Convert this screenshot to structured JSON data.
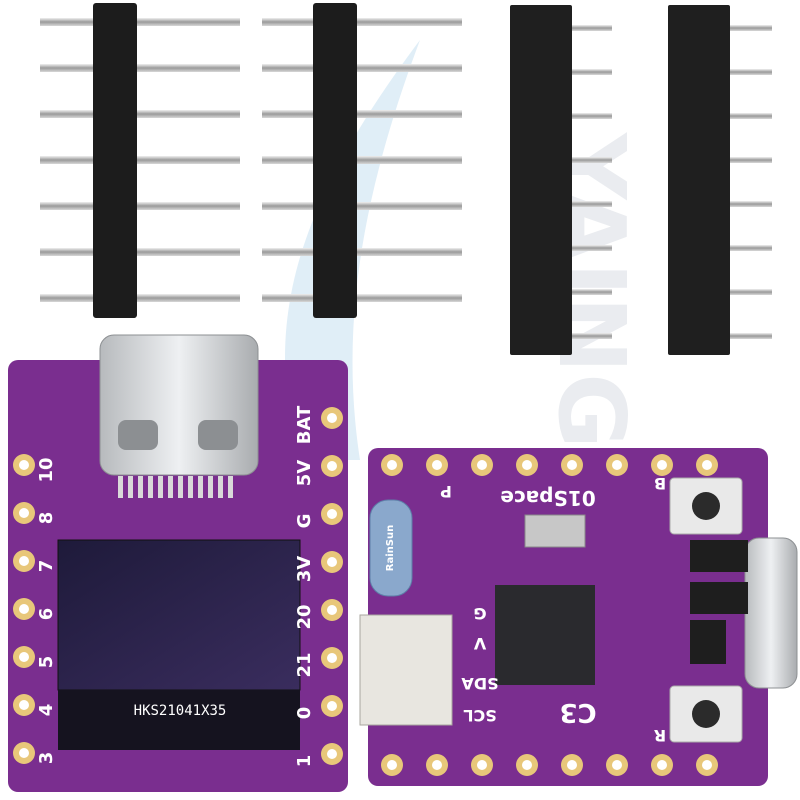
{
  "photo": {
    "subject": "ESP32-C3 OLED board",
    "brand": "01Space",
    "chip_label": "C3",
    "crystal_brand": "RainSun",
    "watermark": "YAINGO"
  },
  "left_board": {
    "top_labels": [
      "BAT",
      "5V",
      "G",
      "3V",
      "20",
      "21",
      "0",
      "1"
    ],
    "left_labels": [
      "10",
      "8",
      "7",
      "6",
      "5",
      "4",
      "3"
    ],
    "display_text": "HKS21041X35"
  },
  "right_board": {
    "silk_labels": [
      "P",
      "B",
      "R",
      "G",
      "V",
      "SDA",
      "SCL"
    ]
  },
  "colors": {
    "pcb": "#7a2e8f",
    "pcb_dark": "#5b1f6c",
    "pad": "#e8c77a",
    "header_black": "#1c1c1c",
    "pin_metal": "#c9c9c9",
    "usb_metal": "#d7d9dc"
  }
}
